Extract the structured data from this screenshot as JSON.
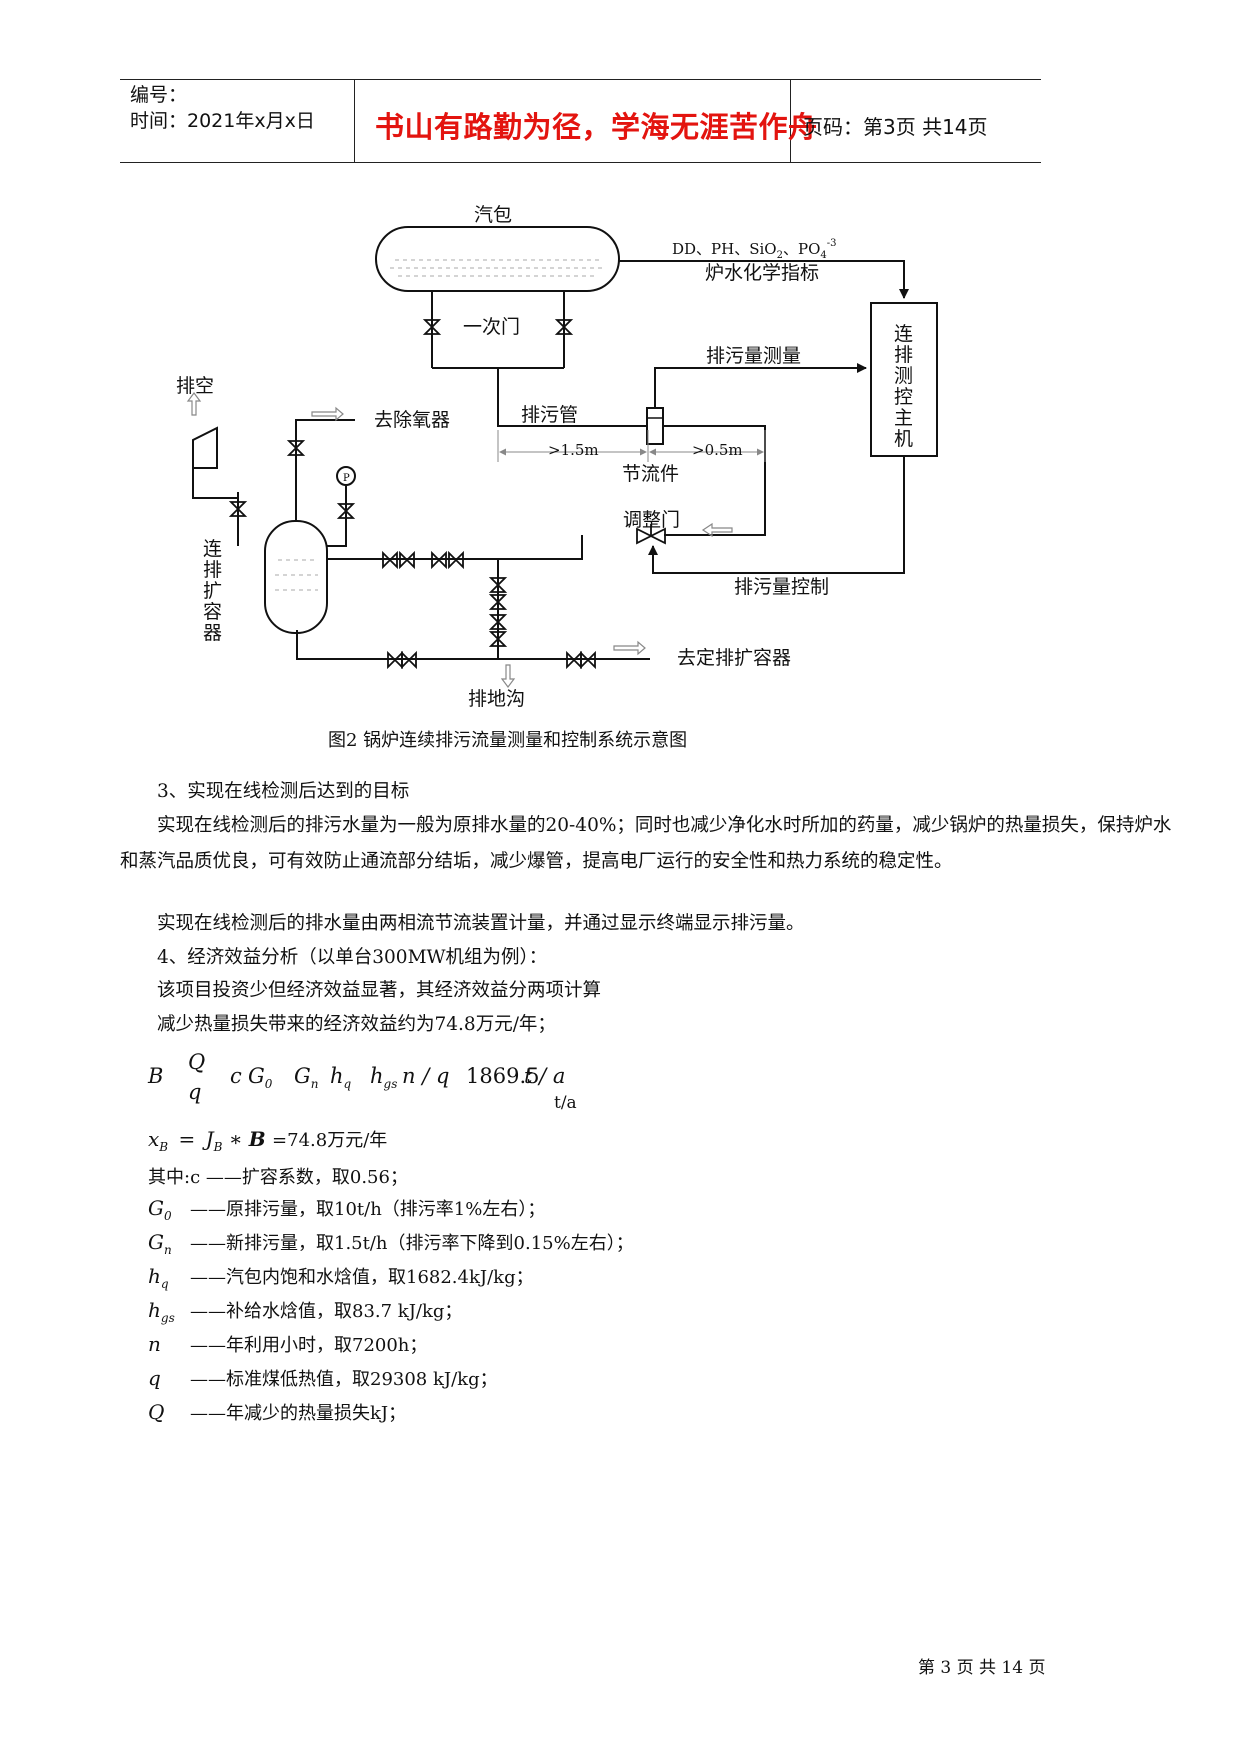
{
  "header": {
    "serial_label": "编号：",
    "time_label": "时间：2021年x月x日",
    "motto": "书山有路勤为径，学海无涯苦作舟",
    "page_info": "页码：第3页  共14页"
  },
  "diagram": {
    "drum": "汽包",
    "chem_params": "DD、PH、SiO",
    "chem_params_sub": "2",
    "chem_po": "、PO",
    "chem_po_sub": "4",
    "chem_po_sup": "-3",
    "chem_label": "炉水化学指标",
    "primary_valve": "一次门",
    "controller": [
      "连",
      "排",
      "测",
      "控",
      "主",
      "机"
    ],
    "flow_measure": "排污量测量",
    "blowdown_pipe": "排污管",
    "dist1": ">1.5m",
    "dist2": ">0.5m",
    "throttle": "节流件",
    "adjust_valve": "调整门",
    "flow_control": "排污量控制",
    "vent": "排空",
    "to_deaerator": "去除氧器",
    "pressure": "P",
    "expander": [
      "连",
      "排",
      "扩",
      "容",
      "器"
    ],
    "to_periodic": "去定排扩容器",
    "to_trench": "排地沟"
  },
  "caption": "图2  锅炉连续排污流量测量和控制系统示意图",
  "sections": {
    "s3_title": "3、实现在线检测后达到的目标",
    "s3_p1": "实现在线检测后的排污水量为一般为原排水量的20-40%；同时也减少净化水时所加的药量，减少锅炉的热量损失，保持炉水和蒸汽品质优良，可有效防止通流部分结垢，减少爆管，提高电厂运行的安全性和热力系统的稳定性。",
    "s3_p2": "实现在线检测后的排水量由两相流节流装置计量，并通过显示终端显示排污量。",
    "s4_title": "4、经济效益分析（以单台300MW机组为例）：",
    "s4_p1": "该项目投资少但经济效益显著，其经济效益分两项计算",
    "s4_p2": "减少热量损失带来的经济效益约为74.8万元/年；"
  },
  "formula1": {
    "lhs": "B",
    "Q": "Q",
    "q": "q",
    "c": "c",
    "G0": "G",
    "G0_sub": "0",
    "Gn": "G",
    "Gn_sub": "n",
    "hq": "h",
    "hq_sub": "q",
    "hgs": "h",
    "hgs_sub": "gs",
    "n_over_q": "n / q",
    "result": "1869.5",
    "result_unit": "t / a",
    "unit_below": "t/a"
  },
  "formula2": {
    "xB": "x",
    "xB_sub": "B",
    "JB": "J",
    "JB_sub": "B",
    "star": "∗",
    "B": "B",
    "rhs": "=74.8万元/年"
  },
  "definitions": {
    "intro": "其中:c ——扩容系数，取0.56；",
    "items": [
      {
        "sym": "G",
        "sub": "0",
        "text": "——原排污量，取10t/h（排污率1%左右）；"
      },
      {
        "sym": "G",
        "sub": "n",
        "text": "——新排污量，取1.5t/h（排污率下降到0.15%左右）；"
      },
      {
        "sym": "h",
        "sub": "q",
        "text": "——汽包内饱和水焓值，取1682.4kJ/kg；"
      },
      {
        "sym": "h",
        "sub": "gs",
        "text": "——补给水焓值，取83.7 kJ/kg；"
      },
      {
        "sym": "n",
        "sub": "",
        "text": "——年利用小时，取7200h；"
      },
      {
        "sym": "q",
        "sub": "",
        "text": "——标准煤低热值，取29308 kJ/kg；"
      },
      {
        "sym": "Q",
        "sub": "",
        "text": "——年减少的热量损失kJ；"
      }
    ]
  },
  "footer": "第 3 页 共 14 页"
}
